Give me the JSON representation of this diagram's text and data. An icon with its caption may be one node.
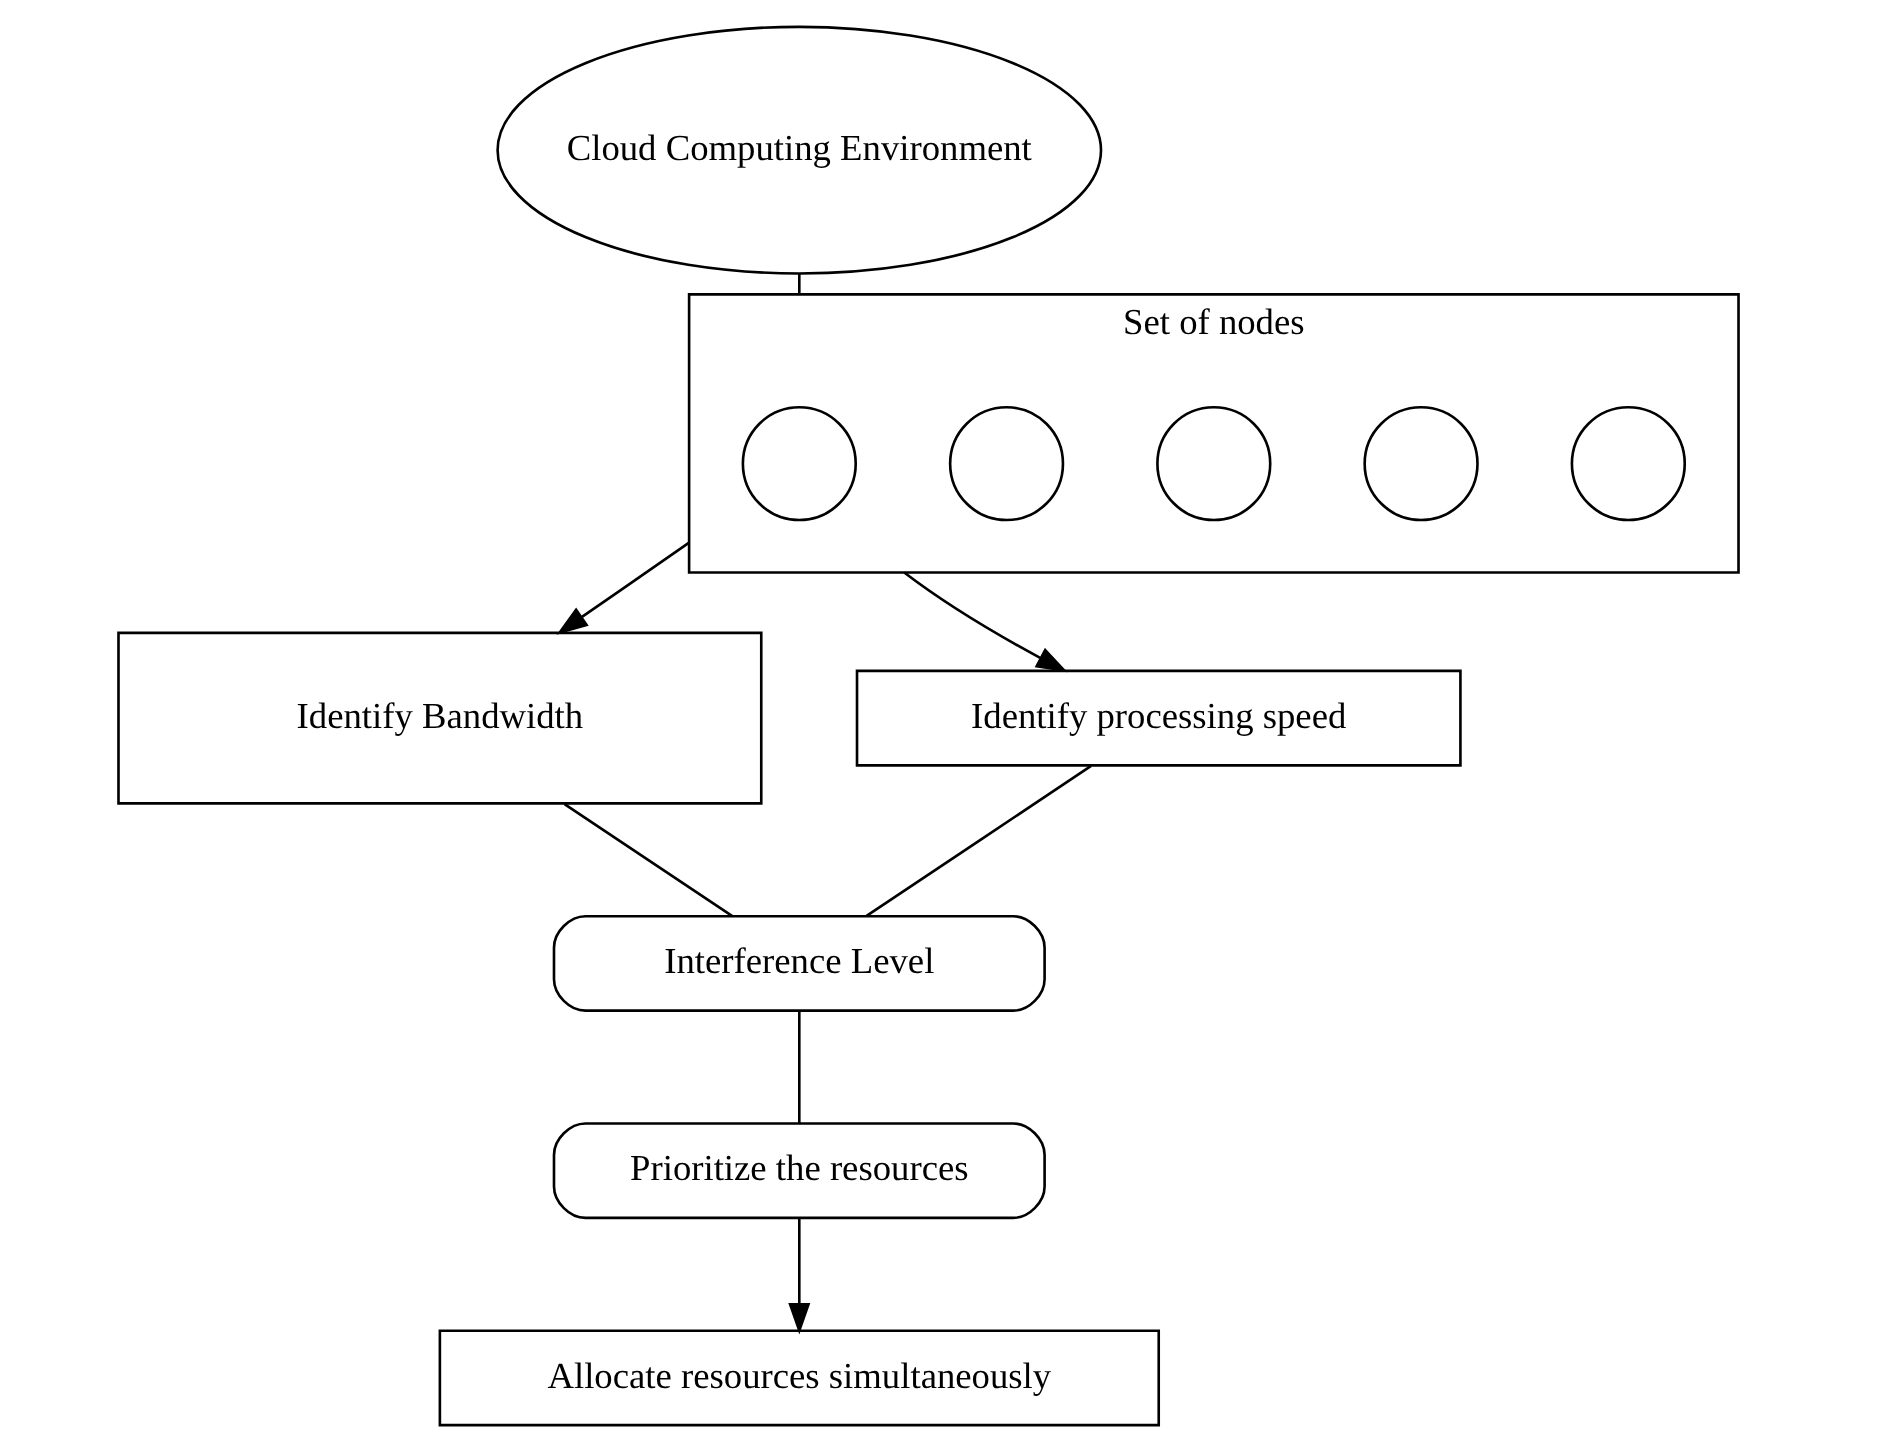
{
  "diagram": {
    "nodes": [
      {
        "text": [
          "Cloud Computing Environment"
        ]
      },
      {
        "text": [
          "Set of nodes"
        ]
      },
      {
        "text": [],
        "shape": "circle",
        "in": 1
      },
      {
        "text": [],
        "shape": "circle",
        "in": 1
      },
      {
        "text": [],
        "shape": "circle",
        "in": 1
      },
      {
        "text": [],
        "shape": "circle",
        "in": 1
      },
      {
        "text": [],
        "shape": "circle",
        "in": 1
      },
      {
        "text": [
          "Identify Bandwidth"
        ]
      },
      {
        "text": [
          "Identify processing speed"
        ]
      },
      {
        "text": [
          "Interference Level"
        ]
      },
      {
        "text": [
          "Prioritize the resources"
        ]
      },
      {
        "text": [
          "Allocate resources simultaneously"
        ]
      }
    ],
    "edges": [
      {
        "from": 0,
        "to": 1,
        "arrow": "none"
      },
      {
        "from": 1,
        "to": 7,
        "arrow": "to"
      },
      {
        "from": 1,
        "to": 8,
        "arrow": "to"
      },
      {
        "from": 7,
        "to": 9,
        "arrow": "none"
      },
      {
        "from": 8,
        "to": 9,
        "arrow": "none"
      },
      {
        "from": 9,
        "to": 10,
        "arrow": "none"
      },
      {
        "from": 10,
        "to": 11,
        "arrow": "to"
      }
    ]
  }
}
